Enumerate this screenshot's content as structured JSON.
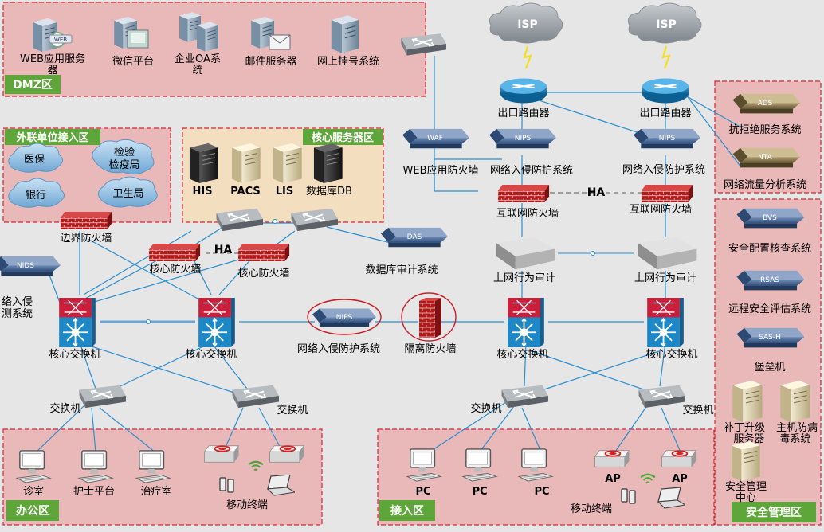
{
  "zones": {
    "dmz": "DMZ区",
    "external": "外联单位接入区",
    "core_server": "核心服务器区",
    "office": "办公区",
    "access": "接入区",
    "security": "安全管理区"
  },
  "dmz": {
    "web_server": "WEB应用服务",
    "web_server_2": "器",
    "wechat": "微信平台",
    "oa": "企业OA系",
    "oa_2": "统",
    "mail": "邮件服务器",
    "registration": "网上挂号系统",
    "web_badge": "WEB"
  },
  "external": {
    "insurance": "医保",
    "cdc_1": "检验",
    "cdc_2": "检疫局",
    "bank": "银行",
    "health": "卫生局"
  },
  "core_servers": {
    "his": "HIS",
    "pacs": "PACS",
    "lis": "LIS",
    "db": "数据库DB"
  },
  "isp": {
    "left": "ISP",
    "right": "ISP"
  },
  "routers": {
    "left": "出口路由器",
    "right": "出口路由器"
  },
  "badges": {
    "waf": "WAF",
    "nips": "NIPS",
    "das": "DAS",
    "nids": "NIDS",
    "ads": "ADS",
    "nta": "NTA",
    "bvs": "BVS",
    "rsas": "RSAS",
    "sash": "SAS-H"
  },
  "labels": {
    "waf": "WEB应用防火墙",
    "nips_top_left": "网络入侵防护系统",
    "nips_top_right": "网络入侵防护系统",
    "inet_fw_left": "互联网防火墙",
    "inet_fw_right": "互联网防火墙",
    "ha_top": "HA",
    "ha_core": "HA",
    "behavior_left": "上网行为审计",
    "behavior_right": "上网行为审计",
    "border_fw": "边界防火墙",
    "core_fw_left": "核心防火墙",
    "core_fw_right": "核心防火墙",
    "db_audit": "数据库审计系统",
    "nids_1": "络入侵",
    "nids_2": "测系统",
    "core_sw_1": "核心交换机",
    "core_sw_2": "核心交换机",
    "core_sw_3": "核心交换机",
    "core_sw_4": "核心交换机",
    "nips_mid": "网络入侵防护系统",
    "isolation_fw": "隔离防火墙",
    "switch_1": "交换机",
    "switch_2": "交换机",
    "switch_3": "交换机",
    "switch_4": "交换机"
  },
  "office": {
    "clinic": "诊室",
    "nurse": "护士平台",
    "treatment": "治疗室",
    "mobile": "移动终端"
  },
  "access": {
    "pc1": "PC",
    "pc2": "PC",
    "pc3": "PC",
    "ap1": "AP",
    "ap2": "AP",
    "mobile": "移动终端"
  },
  "security": {
    "anti_ddos": "抗拒绝服务系统",
    "nta": "网络流量分析系统",
    "config_check": "安全配置核查系统",
    "remote_eval": "远程安全评估系统",
    "bastion": "堡垒机",
    "patch_1": "补丁升级",
    "patch_2": "服务器",
    "av_1": "主机防病",
    "av_2": "毒系统",
    "mgmt_1": "安全管理",
    "mgmt_2": "中心"
  }
}
